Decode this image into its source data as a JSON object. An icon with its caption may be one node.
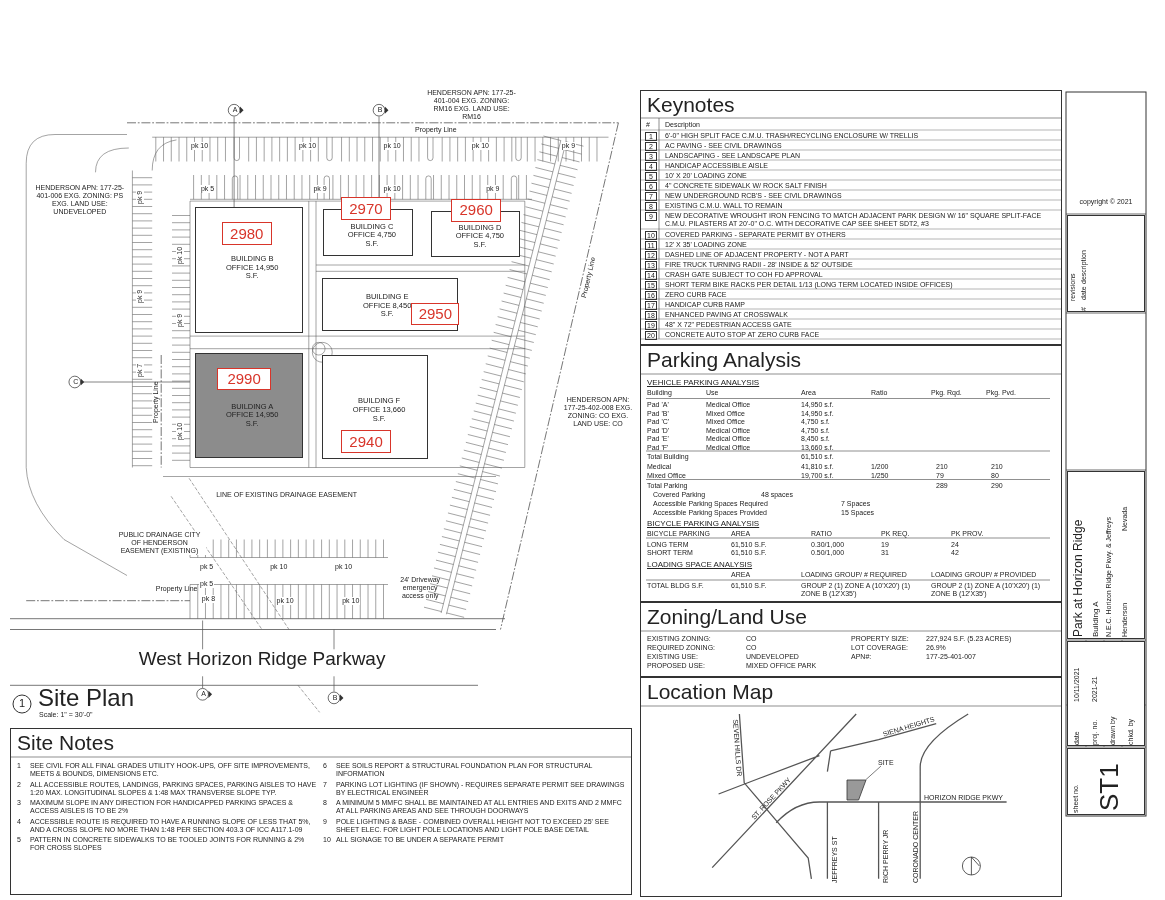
{
  "diagram": {
    "nodes": [
      {
        "text": [
          "BUILDING B OFFICE 14,950 S.F."
        ]
      },
      {
        "text": [
          "2980"
        ],
        "in": 0
      },
      {
        "text": [
          "BUILDING C OFFICE 4,750 S.F."
        ]
      },
      {
        "text": [
          "2970"
        ]
      },
      {
        "text": [
          "BUILDING D OFFICE 4,750 S.F."
        ]
      },
      {
        "text": [
          "2960"
        ]
      },
      {
        "text": [
          "BUILDING E OFFICE 8,450 S.F."
        ]
      },
      {
        "text": [
          "2950"
        ],
        "in": 6
      },
      {
        "text": [
          "BUILDING A OFFICE 14,950 S.F."
        ]
      },
      {
        "text": [
          "2990"
        ],
        "in": 8
      },
      {
        "text": [
          "BUILDING F OFFICE 13,660 S.F."
        ]
      },
      {
        "text": [
          "2940"
        ],
        "in": 10
      },
      {
        "text": [
          "Keynotes",
          "#",
          "Description",
          "1",
          "6'-0\" HIGH SPLIT FACE C.M.U. TRASH/RECYCLING ENCLOSURE W/ TRELLIS",
          "2",
          "AC PAVING - SEE CIVIL DRAWINGS",
          "3",
          "LANDSCAPING - SEE LANDSCAPE PLAN",
          "4",
          "HANDICAP ACCESSIBLE AISLE",
          "5",
          "10' X 20' LOADING ZONE",
          "6",
          "4\" CONCRETE SIDEWALK W/ ROCK SALT FINISH",
          "7",
          "NEW UNDERGROUND RCB'S - SEE CIVIL DRAWINGS",
          "8",
          "EXISTING C.M.U. WALL TO REMAIN",
          "9",
          "NEW DECORATIVE WROUGHT IRON FENCING TO MATCH ADJACENT PARK DESIGN W/ 16\" SQUARE SPLIT-FACE C.M.U. PILASTERS AT 20'-0\" O.C. WITH DECORATIVE CAP SEE SHEET SDT2, #3",
          "10",
          "COVERED PARKING - SEPARATE PERMIT BY OTHERS",
          "11",
          "12' X 35' LOADING ZONE",
          "12",
          "DASHED LINE OF ADJACENT PROPERTY - NOT A PART",
          "13",
          "FIRE TRUCK TURNING RADII - 28' INSIDE & 52' OUTSIDE",
          "14",
          "CRASH GATE SUBJECT TO COH FD APPROVAL",
          "15",
          "SHORT TERM BIKE RACKS PER DETAIL 1/13 (LONG TERM LOCATED INSIDE OFFICES)",
          "16",
          "ZERO CURB FACE",
          "17",
          "HANDICAP CURB RAMP",
          "18",
          "ENHANCED PAVING AT CROSSWALK",
          "19",
          "48\" X 72\" PEDESTRIAN ACCESS GATE",
          "20",
          "CONCRETE AUTO STOP AT ZERO CURB FACE"
        ]
      },
      {
        "text": [
          "Parking Analysis",
          "VEHICLE PARKING ANALYSIS",
          "Building",
          "Use",
          "Area",
          "Ratio",
          "Pkg. Rqd.",
          "Pkg. Pvd.",
          "Pad 'A'",
          "Medical Office",
          "14,950 s.f.",
          "Pad 'B'",
          "Mixed Office",
          "14,950 s.f.",
          "Pad 'C'",
          "Mixed Office",
          "4,750 s.f.",
          "Pad 'D'",
          "Medical Office",
          "4,750 s.f.",
          "Pad 'E'",
          "Medical Office",
          "8,450 s.f.",
          "Pad 'F'",
          "Medical Office",
          "13,660 s.f.",
          "Total Building",
          "61,510 s.f.",
          "Medical",
          "41,810 s.f.",
          "1/200",
          "210",
          "210",
          "Mixed Office",
          "19,700 s.f.",
          "1/250",
          "79",
          "80",
          "Total Parking",
          "289",
          "290",
          "Covered Parking",
          "48 spaces",
          "Accessible Parking Spaces Required",
          "7 Spaces",
          "Accessible Parking Spaces Provided",
          "15 Spaces",
          "BICYCLE PARKING ANALYSIS",
          "BICYCLE PARKING",
          "AREA",
          "RATIO",
          "PK REQ.",
          "PK PROV.",
          "LONG TERM",
          "61,510 S.F.",
          "0.30/1,000",
          "19",
          "24",
          "SHORT TERM",
          "61,510 S.F.",
          "0.50/1,000",
          "31",
          "42",
          "LOADING SPACE ANALYSIS",
          "AREA",
          "LOADING GROUP/ # REQUIRED",
          "LOADING GROUP/ # PROVIDED",
          "TOTAL BLDG S.F.",
          "61,510 S.F.",
          "GROUP 2 (1) ZONE A (10'X20') (1) ZONE B (12'X35')",
          "GROUP 2 (1) ZONE A (10'X20') (1) ZONE B (12'X35')"
        ]
      },
      {
        "text": [
          "Site Notes",
          "1",
          "SEE CIVIL FOR ALL FINAL GRADES UTILITY HOOK-UPS, OFF SITE IMPROVEMENTS, MEETS & BOUNDS, DIMENSIONS ETC.",
          "2",
          "ALL ACCESSIBLE ROUTES, LANDINGS, PARKING SPACES, PARKING AISLES TO HAVE 1:20 MAX. LONGITUDINAL SLOPES & 1:48 MAX TRANSVERSE SLOPE TYP.",
          "3",
          "MAXIMUM SLOPE IN ANY DIRECTION FOR HANDICAPPED PARKING SPACES & ACCESS AISLES IS TO BE 2%",
          "4",
          "ACCESSIBLE ROUTE IS REQUIRED TO HAVE A RUNNING SLOPE OF LESS THAT 5%, AND A CROSS SLOPE NO MORE THAN 1:48 PER SECTION 403.3 OF ICC A117.1-09",
          "5",
          "PATTERN IN CONCRETE SIDEWALKS TO BE TOOLED JOINTS FOR RUNNING & 2% FOR CROSS SLOPES",
          "6",
          "SEE SOILS REPORT & STRUCTURAL FOUNDATION PLAN FOR STRUCTURAL INFORMATION",
          "7",
          "PARKING LOT LIGHTING (IF SHOWN) - REQUIRES SEPARATE PERMIT SEE DRAWINGS BY ELECTRICAL ENGINEER",
          "8",
          "A MINIMUM 5 MMFC SHALL BE MAINTAINED AT ALL ENTRIES AND EXITS AND 2 MMFC AT ALL PARKING AREAS AND SEE THROUGH DOORWAYS",
          "9",
          "POLE LIGHTING & BASE - COMBINED OVERALL HEIGHT NOT TO EXCEED 25' SEE SHEET ELEC. FOR LIGHT POLE LOCATIONS AND LIGHT POLE BASE DETAIL",
          "10",
          "ALL SIGNAGE TO BE UNDER A SEPARATE PERMIT"
        ]
      },
      {
        "text": [
          "Zoning/Land Use",
          "EXISTING ZONING:",
          "CO",
          "REQUIRED ZONING:",
          "CO",
          "EXISTING USE:",
          "UNDEVELOPED",
          "PROPOSED USE:",
          "MIXED OFFICE PARK",
          "PROPERTY SIZE:",
          "227,924 S.F. (5.23 ACRES)",
          "LOT COVERAGE:",
          "26.9%",
          "APN#:",
          "177-25-401-007"
        ]
      },
      {
        "text": [
          "Location Map",
          "ST. ROSE PKWY",
          "SIENA HEIGHTS",
          "HORIZON RIDGE PKWY",
          "SEVEN HILLS DR",
          "JEFFREYS ST",
          "RICH PERRY JR",
          "CORONADO CENTER"
        ]
      },
      {
        "text": [
          "SITE"
        ],
        "in": 16
      },
      {
        "text": [],
        "shape": "box",
        "in": 16
      },
      {
        "text": [
          "Park at Horizon Ridge",
          "Building A",
          "N.E.C. Horizon Ridge Pkwy. & Jeffreys",
          "Henderson",
          "Nevada"
        ]
      },
      {
        "text": [
          "date",
          "10/11/2021",
          "proj. no.",
          "2021-21",
          "drawn by",
          "chkd. by"
        ]
      },
      {
        "text": [
          "sheet no.",
          "ST1"
        ]
      },
      {
        "text": [
          "revisions",
          "#",
          "date",
          "description"
        ]
      }
    ],
    "edges": [
      {
        "from": 17,
        "to": 18,
        "arrow": "none"
      }
    ],
    "labels": [
      "HENDERSON APN: 177-25-401-004 EXG. ZONING: RM16 EXG. LAND USE: RM16",
      "A",
      "B",
      "Property Line",
      "HENDERSON APN: 177-25-401-006 EXG. ZONING: PS EXG. LAND USE: UNDEVELOPED",
      "C",
      "HENDERSON APN: 177-25-402-008 EXG. ZONING: CO EXG. LAND USE: CO",
      "Property Line",
      "Property Line",
      "LINE OF EXISTING DRAINAGE EASEMENT",
      "PUBLIC DRAINAGE CITY OF HENDERSON EASEMENT (EXISTING)",
      "Property Line",
      "24' Driveway emergency access only",
      "West Horizon Ridge Parkway",
      "A",
      "B",
      "1",
      "Site Plan",
      "Scale: 1\" = 30'-0\"",
      "pk 10",
      "pk 10",
      "pk 10",
      "pk 10",
      "pk 9",
      "pk 5",
      "pk 9",
      "pk 10",
      "pk 9",
      "pk 9",
      "pk 10",
      "pk 9",
      "pk 9",
      "pk 7",
      "pk 10",
      "pk 5",
      "pk 10",
      "pk 10",
      "pk 5",
      "pk 8",
      "pk 10",
      "pk 10",
      "copyright © 2021"
    ]
  }
}
